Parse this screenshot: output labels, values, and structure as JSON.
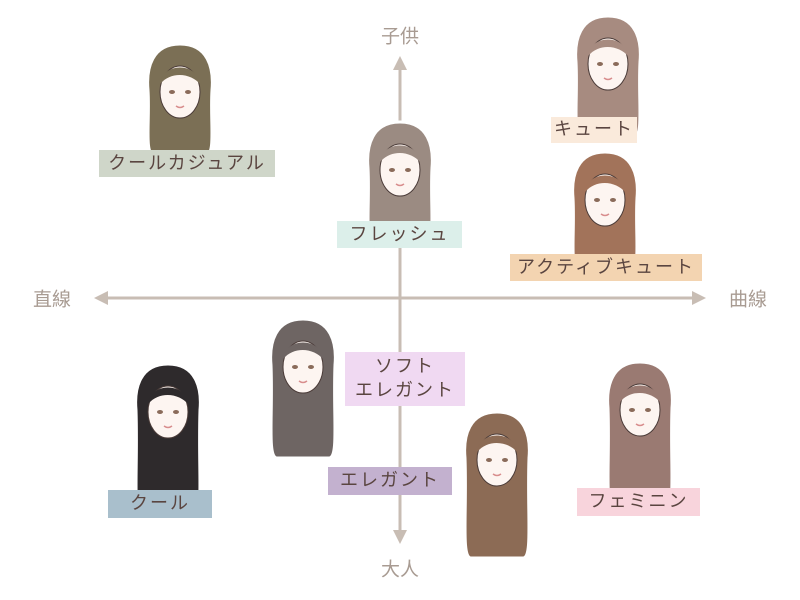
{
  "axes": {
    "top": "子供",
    "bottom": "大人",
    "left": "直線",
    "right": "曲線"
  },
  "types": [
    {
      "id": "cool-casual",
      "label": "クールカジュアル",
      "color": "#cfd6c9",
      "hair": "#7b6f55"
    },
    {
      "id": "cute",
      "label": "キュート",
      "color": "#faeadb",
      "hair": "#a78b80"
    },
    {
      "id": "fresh",
      "label": "フレッシュ",
      "color": "#dcefea",
      "hair": "#9b8b82"
    },
    {
      "id": "active-cute",
      "label": "アクティブキュート",
      "color": "#f3d4b1",
      "hair": "#a2735a"
    },
    {
      "id": "soft-elegant",
      "label_line1": "ソフト",
      "label_line2": "エレガント",
      "color": "#f0d9f2",
      "hair": "#6e6563"
    },
    {
      "id": "cool",
      "label": "クール",
      "color": "#a9bfcc",
      "hair": "#2e2a2c"
    },
    {
      "id": "elegant",
      "label": "エレガント",
      "color": "#c3b1cf",
      "hair": "#8c6b55"
    },
    {
      "id": "feminine",
      "label": "フェミニン",
      "color": "#f8d4dc",
      "hair": "#9a7a72"
    }
  ]
}
